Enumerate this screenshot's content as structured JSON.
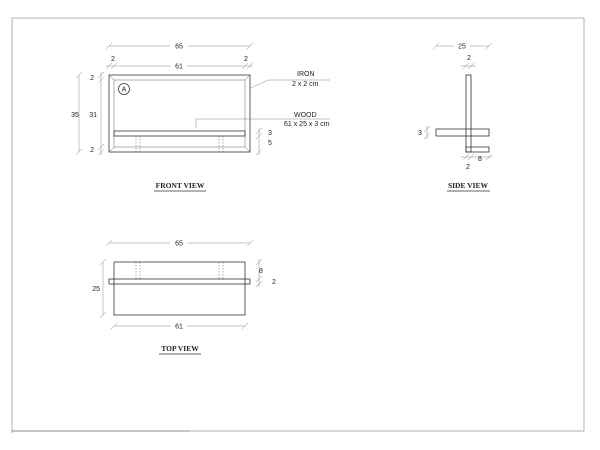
{
  "front_view": {
    "title": "FRONT VIEW",
    "marker": "A",
    "dim_overall_width": "65",
    "dim_inner_width": "61",
    "dim_frame_left": "2",
    "dim_frame_right": "2",
    "dim_overall_height": "35",
    "dim_inner_height": "31",
    "dim_frame_top": "2",
    "dim_frame_bottom": "2",
    "dim_shelf_thickness": "3",
    "dim_shelf_gap": "5",
    "label_iron": "IRON",
    "label_iron_size": "2 x 2 cm",
    "label_wood": "WOOD",
    "label_wood_size": "61 x 25 x 3 cm"
  },
  "side_view": {
    "title": "SIDE VIEW",
    "dim_depth": "25",
    "dim_top": "2",
    "dim_shelf": "3",
    "dim_bottom_a": "2",
    "dim_bottom_b": "8"
  },
  "top_view": {
    "title": "TOP VIEW",
    "dim_overall_width": "65",
    "dim_inner_width": "61",
    "dim_depth": "25",
    "dim_offset": "8",
    "dim_bar": "2"
  }
}
